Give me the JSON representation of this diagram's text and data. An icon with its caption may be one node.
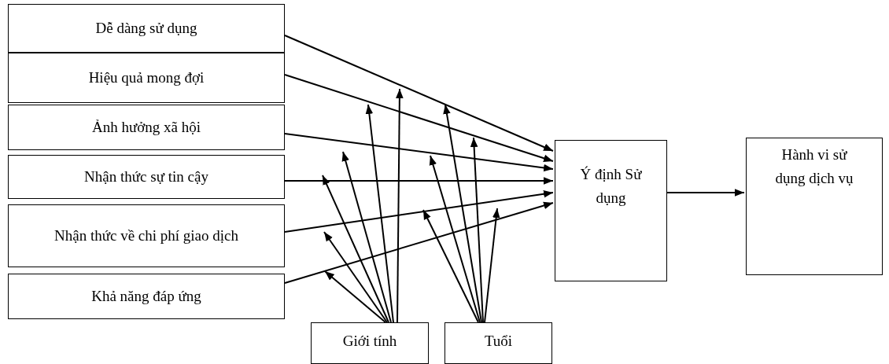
{
  "diagram": {
    "nodes": [
      {
        "text": [
          "Dễ dàng sử dụng"
        ]
      },
      {
        "text": [
          "Hiệu quả mong đợi"
        ]
      },
      {
        "text": [
          "Ảnh hưởng xã hội"
        ]
      },
      {
        "text": [
          "Nhận thức sự tin cậy"
        ]
      },
      {
        "text": [
          "Nhận thức về chi phí giao dịch"
        ]
      },
      {
        "text": [
          "Khả năng đáp ứng"
        ]
      },
      {
        "text": [
          "Ý định Sử dụng"
        ]
      },
      {
        "text": [
          "Hành vi sử dụng dịch vụ"
        ]
      },
      {
        "text": [
          "Giới tính"
        ]
      },
      {
        "text": [
          "Tuổi"
        ]
      }
    ],
    "edges": [
      {
        "from": 0,
        "to": 6,
        "arrow": "to"
      },
      {
        "from": 1,
        "to": 6,
        "arrow": "to"
      },
      {
        "from": 2,
        "to": 6,
        "arrow": "to"
      },
      {
        "from": 3,
        "to": 6,
        "arrow": "to"
      },
      {
        "from": 4,
        "to": 6,
        "arrow": "to"
      },
      {
        "from": 5,
        "to": 6,
        "arrow": "to"
      },
      {
        "from": 6,
        "to": 7,
        "arrow": "to"
      },
      {
        "from": 8,
        "to": null,
        "arrow": "to"
      },
      {
        "from": 8,
        "to": null,
        "arrow": "to"
      },
      {
        "from": 8,
        "to": null,
        "arrow": "to"
      },
      {
        "from": 8,
        "to": null,
        "arrow": "to"
      },
      {
        "from": 8,
        "to": null,
        "arrow": "to"
      },
      {
        "from": 8,
        "to": null,
        "arrow": "to"
      },
      {
        "from": 9,
        "to": null,
        "arrow": "to"
      },
      {
        "from": 9,
        "to": null,
        "arrow": "to"
      },
      {
        "from": 9,
        "to": null,
        "arrow": "to"
      },
      {
        "from": 9,
        "to": null,
        "arrow": "to"
      },
      {
        "from": 9,
        "to": null,
        "arrow": "to"
      }
    ]
  }
}
